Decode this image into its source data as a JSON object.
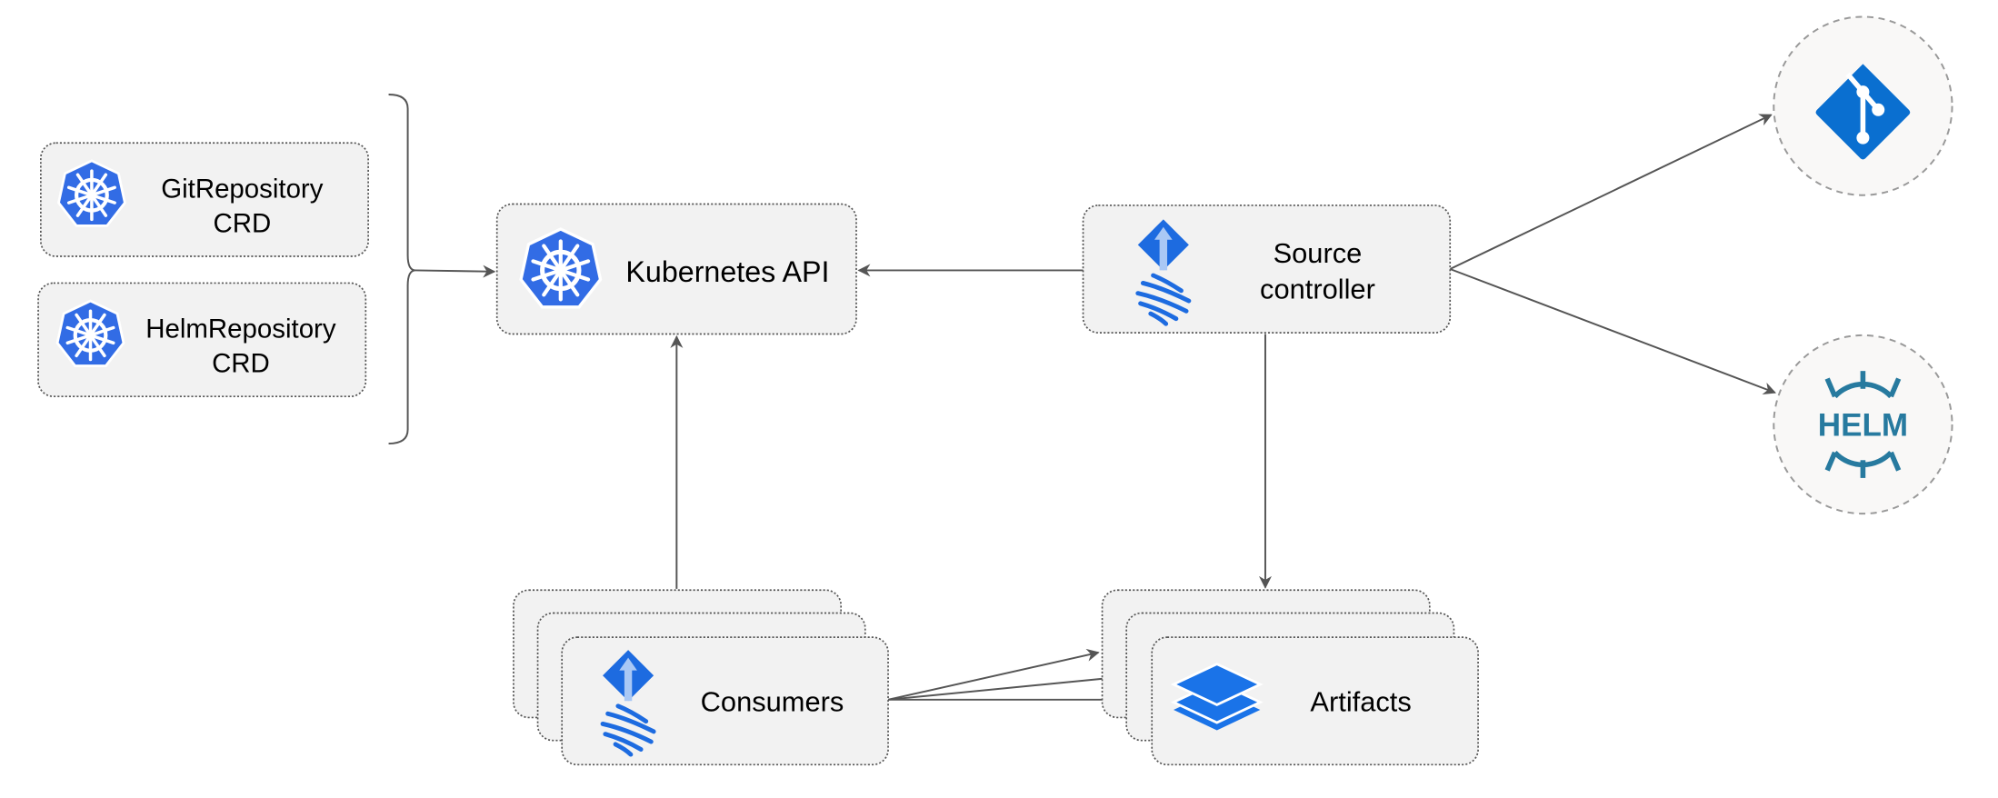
{
  "nodes": {
    "git_repository_crd": {
      "line1": "GitRepository",
      "line2": "CRD",
      "icon": "kubernetes-icon"
    },
    "helm_repository_crd": {
      "line1": "HelmRepository",
      "line2": "CRD",
      "icon": "kubernetes-icon"
    },
    "kubernetes_api": {
      "label": "Kubernetes API",
      "icon": "kubernetes-icon"
    },
    "source_controller": {
      "line1": "Source",
      "line2": "controller",
      "icon": "flux-icon"
    },
    "git": {
      "icon": "git-icon"
    },
    "helm": {
      "label": "HELM",
      "icon": "helm-icon"
    },
    "consumers": {
      "label": "Consumers",
      "icon": "flux-icon"
    },
    "artifacts": {
      "label": "Artifacts",
      "icon": "layers-icon"
    }
  },
  "colors": {
    "kubernetes_blue": "#326ce5",
    "git_blue": "#0a6fd0",
    "helm_teal": "#277a9f",
    "box_fill": "#f2f2f2",
    "edge": "#555555"
  }
}
